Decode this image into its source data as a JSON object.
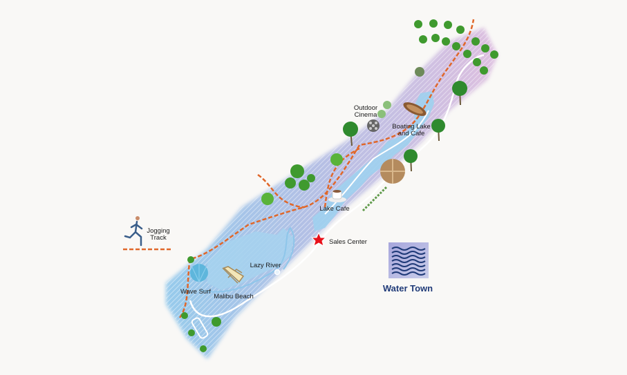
{
  "map": {
    "brand": {
      "label": "Water Town",
      "icon": "waves-icon",
      "color": "#1f3a78"
    },
    "places": {
      "jogging_track": {
        "line1": "Jogging",
        "line2": "Track",
        "icon": "runner-icon"
      },
      "outdoor_cinema": {
        "line1": "Outdoor",
        "line2": "Cinema",
        "icon": "film-reel-icon"
      },
      "boating_lake": {
        "line1": "Boating Lake",
        "line2": "and Cafe",
        "icon": "boat-icon"
      },
      "lake_cafe": {
        "label": "Lake Cafe",
        "icon": "coffee-cup-icon"
      },
      "sales_center": {
        "label": "Sales Center",
        "icon": "star-icon",
        "color": "#e8101a"
      },
      "lazy_river": {
        "label": "Lazy River"
      },
      "wave_surf": {
        "label": "Wave Surf",
        "icon": "shell-icon"
      },
      "malibu_beach": {
        "label": "Malibu Beach",
        "icon": "deck-chair-icon"
      }
    },
    "colors": {
      "jogging_path": "#e0672a",
      "water": "#8fc8ea",
      "band_left": "#8cc6ea",
      "band_right": "#d2b3da"
    }
  }
}
